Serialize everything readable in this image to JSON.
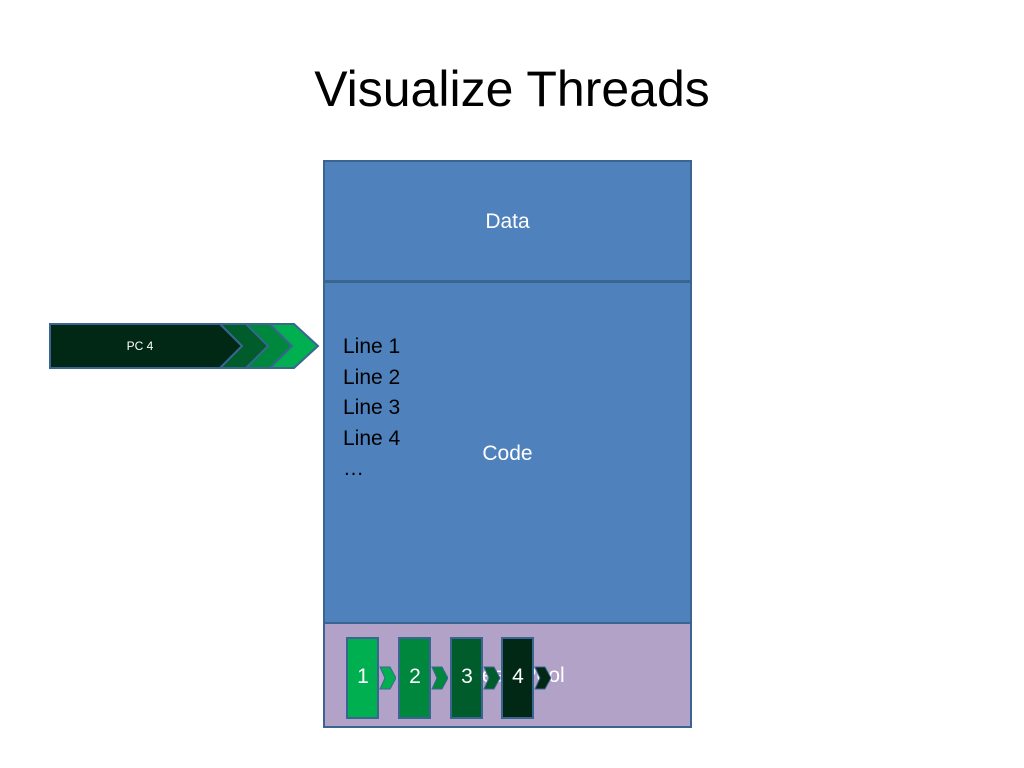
{
  "title": "Visualize Threads",
  "memory": {
    "data_label": "Data",
    "code_label": "Code",
    "code_lines": [
      "Line 1",
      "Line 2",
      "Line 3",
      "Line 4",
      "…"
    ],
    "pool_label": "Thread Pool"
  },
  "program_counter": {
    "label": "PC 4"
  },
  "threads": [
    {
      "label": "1",
      "color": "#00b050"
    },
    {
      "label": "2",
      "color": "#00873e"
    },
    {
      "label": "3",
      "color": "#005c2b"
    },
    {
      "label": "4",
      "color": "#002815"
    }
  ],
  "colors": {
    "memory_blue": "#4f81bd",
    "pool_purple": "#b3a2c7",
    "border": "#3a6593"
  }
}
